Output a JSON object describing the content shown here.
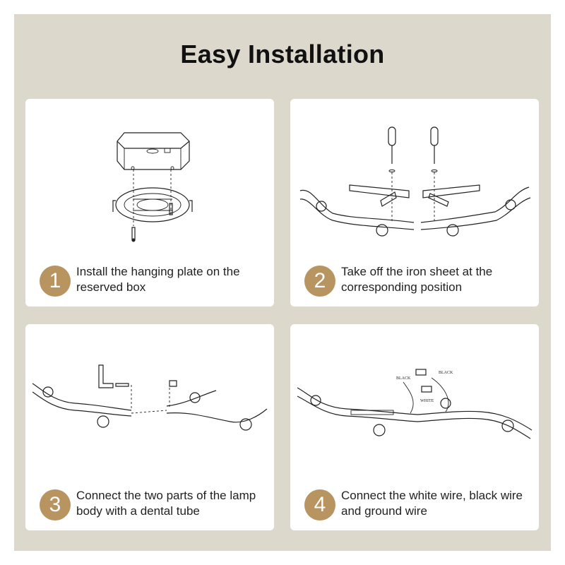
{
  "title": "Easy Installation",
  "accent_color": "#b89460",
  "background_color": "#ddd8cc",
  "steps": [
    {
      "number": "1",
      "text": "Install the hanging plate on the reserved box"
    },
    {
      "number": "2",
      "text": "Take off the iron sheet at the corresponding position"
    },
    {
      "number": "3",
      "text": "Connect the two parts of the lamp body with a dental tube"
    },
    {
      "number": "4",
      "text": "Connect the white wire, black wire and ground wire"
    }
  ],
  "wire_labels": {
    "black_1": "BLACK",
    "black_2": "BLACK",
    "white": "WHITE"
  }
}
